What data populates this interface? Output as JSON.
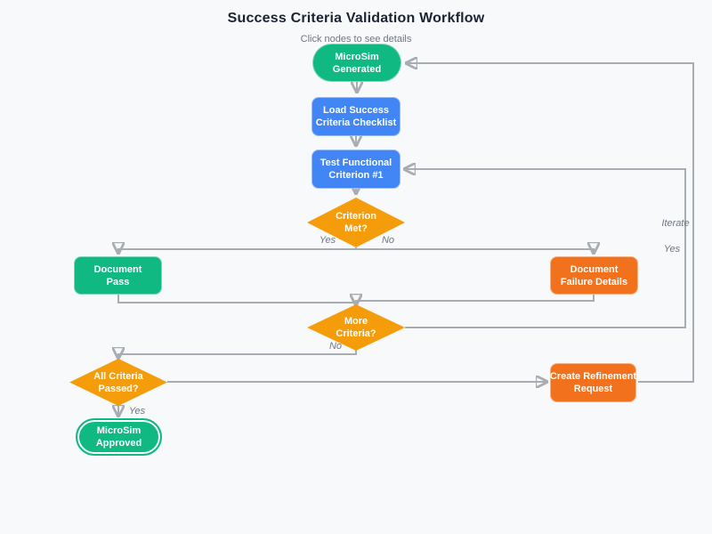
{
  "header": {
    "title": "Success Criteria Validation Workflow",
    "subtitle": "Click nodes to see details"
  },
  "colors": {
    "bg": "#F8F9FB",
    "green": "#10B981",
    "blue": "#4285F4",
    "amber": "#F59C0B",
    "orange": "#F2711C",
    "title": "#1B2333",
    "muted": "#6E7682",
    "line": "#A8ACB3",
    "arrow": "#8C929B",
    "node-text": "#FFFFFF"
  },
  "nodes": {
    "start": {
      "lines": [
        "MicroSim",
        "Generated"
      ],
      "shape": "stadium",
      "color": "green"
    },
    "load": {
      "lines": [
        "Load Success",
        "Criteria Checklist"
      ],
      "shape": "rect",
      "color": "blue"
    },
    "test": {
      "lines": [
        "Test Functional",
        "Criterion #1"
      ],
      "shape": "rect",
      "color": "blue"
    },
    "met": {
      "lines": [
        "Criterion",
        "Met?"
      ],
      "shape": "diamond",
      "color": "amber"
    },
    "pass": {
      "lines": [
        "Document",
        "Pass"
      ],
      "shape": "rect",
      "color": "green"
    },
    "fail": {
      "lines": [
        "Document",
        "Failure Details"
      ],
      "shape": "rect",
      "color": "orange"
    },
    "more": {
      "lines": [
        "More",
        "Criteria?"
      ],
      "shape": "diamond",
      "color": "amber"
    },
    "all": {
      "lines": [
        "All Criteria",
        "Passed?"
      ],
      "shape": "diamond",
      "color": "amber"
    },
    "refine": {
      "lines": [
        "Create Refinement",
        "Request"
      ],
      "shape": "rect",
      "color": "orange"
    },
    "approved": {
      "lines": [
        "MicroSim",
        "Approved"
      ],
      "shape": "stadium-double",
      "color": "green"
    }
  },
  "edge_labels": {
    "met_yes": "Yes",
    "met_no": "No",
    "more_yes": "Yes",
    "more_no": "No",
    "all_yes": "Yes",
    "iterate": "Iterate"
  }
}
